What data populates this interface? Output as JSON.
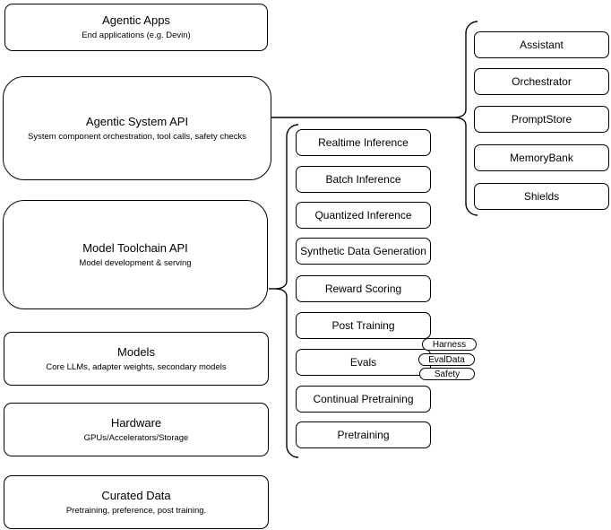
{
  "diagram": {
    "stack": [
      {
        "title": "Agentic Apps",
        "subtitle": "End applications (e.g. Devin)"
      },
      {
        "title": "Agentic System API",
        "subtitle": "System component orchestration, tool calls, safety checks"
      },
      {
        "title": "Model Toolchain API",
        "subtitle": "Model development & serving"
      },
      {
        "title": "Models",
        "subtitle": "Core LLMs, adapter weights, secondary models"
      },
      {
        "title": "Hardware",
        "subtitle": "GPUs/Accelerators/Storage"
      },
      {
        "title": "Curated Data",
        "subtitle": "Pretraining, preference, post training."
      }
    ],
    "toolchain_services": [
      "Realtime Inference",
      "Batch Inference",
      "Quantized Inference",
      "Synthetic Data Generation",
      "Reward Scoring",
      "Post Training",
      "Evals",
      "Continual Pretraining",
      "Pretraining"
    ],
    "eval_tags": [
      "Harness",
      "EvalData",
      "Safety"
    ],
    "system_components": [
      "Assistant",
      "Orchestrator",
      "PromptStore",
      "MemoryBank",
      "Shields"
    ],
    "colors": {
      "stroke": "#000000",
      "background": "#ffffff",
      "text": "#000000"
    }
  }
}
